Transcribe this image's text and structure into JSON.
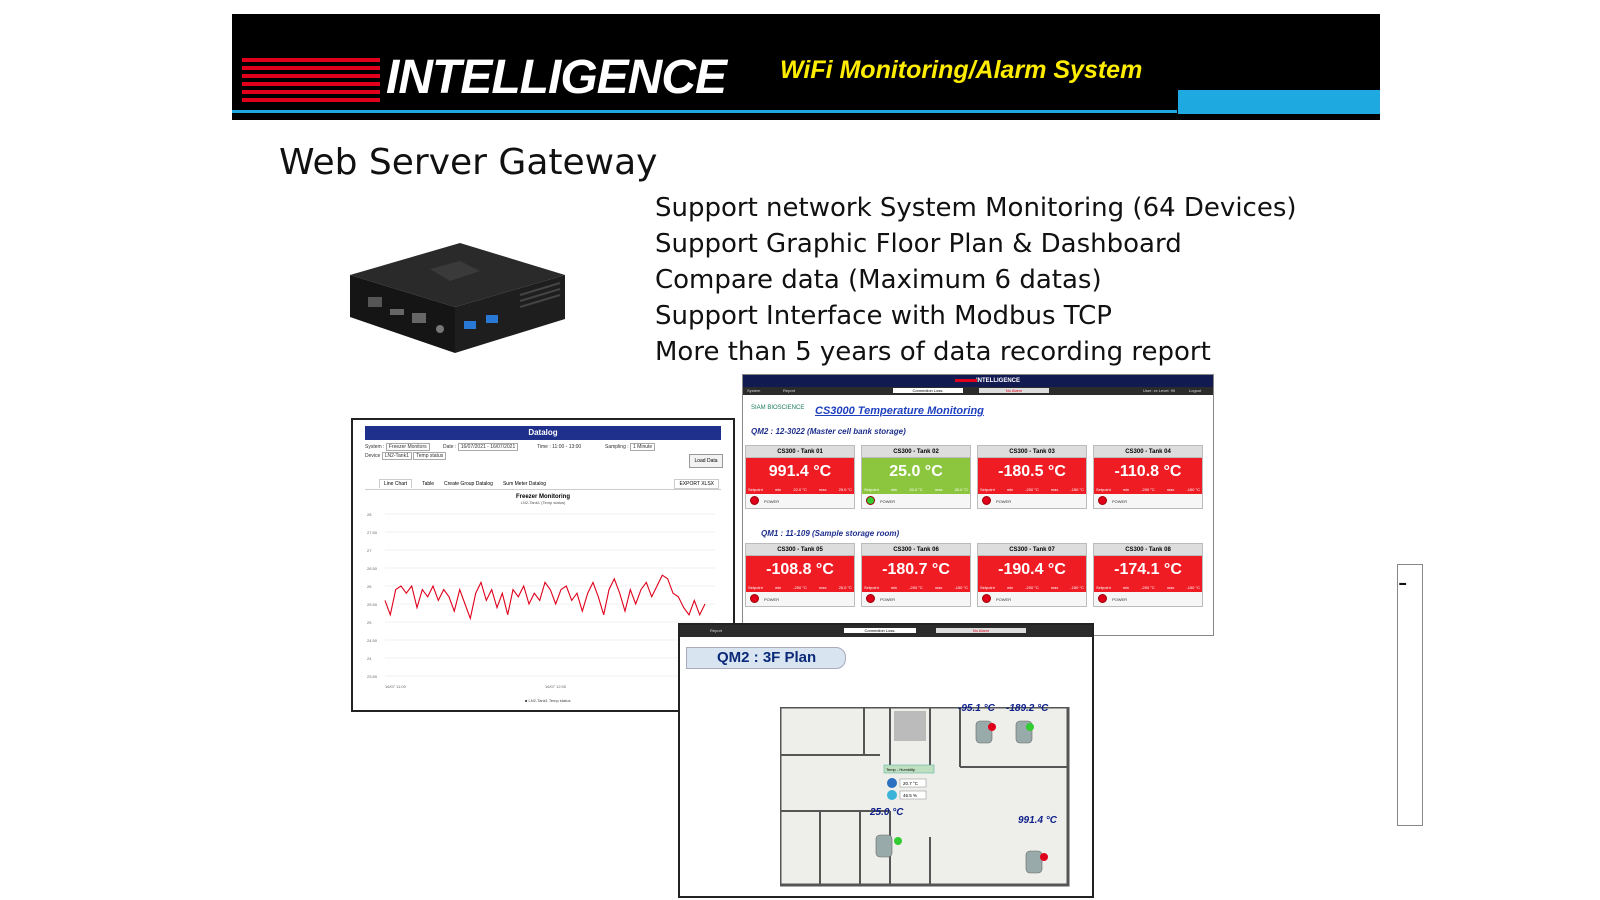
{
  "banner": {
    "brand": "INTELLIGENCE",
    "tagline": "WiFi Monitoring/Alarm System",
    "colors": {
      "background": "#000000",
      "stripes": "#e0001b",
      "tagline": "#ffed00",
      "accent": "#1fa9e1"
    }
  },
  "page": {
    "title": "Web Server Gateway",
    "bullets": [
      "Support network System Monitoring (64 Devices)",
      "Support Graphic Floor Plan & Dashboard",
      "Compare data (Maximum 6 datas)",
      "Support Interface with Modbus TCP",
      "More than 5 years of data recording report"
    ]
  },
  "datalog": {
    "header": "Datalog",
    "system_label": "System :",
    "system_value": "Freezer Monitors",
    "date_label": "Date :",
    "date_value": "16/07/2021 - 16/07/2021",
    "time_label": "Time :",
    "time_value": "11:00 - 13:00",
    "sampling_label": "Sampling :",
    "sampling_value": "1 Minute",
    "device_label": "Device",
    "device_value": "LN2-Tank1",
    "status_value": "Temp status",
    "load_button": "Load Data",
    "tabs": [
      "Line Chart",
      "Table",
      "Create Group Datalog",
      "Sum Meter Datalog"
    ],
    "export_button": "EXPORT XLSX",
    "chart_title": "Freezer Monitoring",
    "chart_subtitle": "LN2-Tank1 (Temp status)",
    "legend": "LN2-Tank1 Temp status",
    "x_start": "16/07 11:00",
    "x_mid": "16/07 12:00",
    "y_ticks": [
      "28",
      "27.50",
      "27",
      "26.50",
      "26",
      "25.50",
      "25",
      "24.50",
      "24",
      "23.50"
    ],
    "line_color": "#e0001b"
  },
  "dashboard": {
    "brand": "INTELLIGENCE",
    "menu": [
      "System",
      "Report"
    ],
    "connection": "Connection Loss.",
    "alarm": "No Alarm",
    "user": "User: xx   Level: 99",
    "logout": "Logout",
    "company": "SIAM BIOSCIENCE",
    "title": "CS3000 Temperature Monitoring",
    "groups": [
      {
        "name": "QM2 : 12-3022 (Master cell bank storage)",
        "tanks": [
          {
            "name": "CS300 - Tank 01",
            "value": "991.4 °C",
            "min": "22.0 °C",
            "max": "25.0 °C",
            "status": "red"
          },
          {
            "name": "CS300 - Tank 02",
            "value": "25.0 °C",
            "min": "20.0 °C",
            "max": "30.0 °C",
            "status": "green"
          },
          {
            "name": "CS300 - Tank 03",
            "value": "-180.5 °C",
            "min": "-200 °C",
            "max": "-150 °C",
            "status": "red"
          },
          {
            "name": "CS300 - Tank 04",
            "value": "-110.8 °C",
            "min": "-200 °C",
            "max": "-150 °C",
            "status": "red"
          }
        ]
      },
      {
        "name": "QM1 : 11-109 (Sample storage room)",
        "tanks": [
          {
            "name": "CS300 - Tank 05",
            "value": "-108.8 °C",
            "min": "-200 °C",
            "max": "25.0 °C",
            "status": "red"
          },
          {
            "name": "CS300 - Tank 06",
            "value": "-180.7 °C",
            "min": "-200 °C",
            "max": "-150 °C",
            "status": "red"
          },
          {
            "name": "CS300 - Tank 07",
            "value": "-190.4 °C",
            "min": "-200 °C",
            "max": "-150 °C",
            "status": "red"
          },
          {
            "name": "CS300 - Tank 08",
            "value": "-174.1 °C",
            "min": "-200 °C",
            "max": "-150 °C",
            "status": "red"
          }
        ]
      }
    ],
    "setpoint_label": "Setpoint",
    "min_label": "min",
    "max_label": "max",
    "power_label": "POWER"
  },
  "floorplan": {
    "menu": "Report",
    "connection": "Connection Loss.",
    "alarm": "No Alarm",
    "title": "QM2 : 3F Plan",
    "readings": [
      "-95.1 °C",
      "-189.2 °C",
      "25.0 °C",
      "991.4 °C"
    ],
    "sensor_label": "Temp - Humidity",
    "temp": "20.7 °C",
    "humidity": "46.5 %"
  }
}
